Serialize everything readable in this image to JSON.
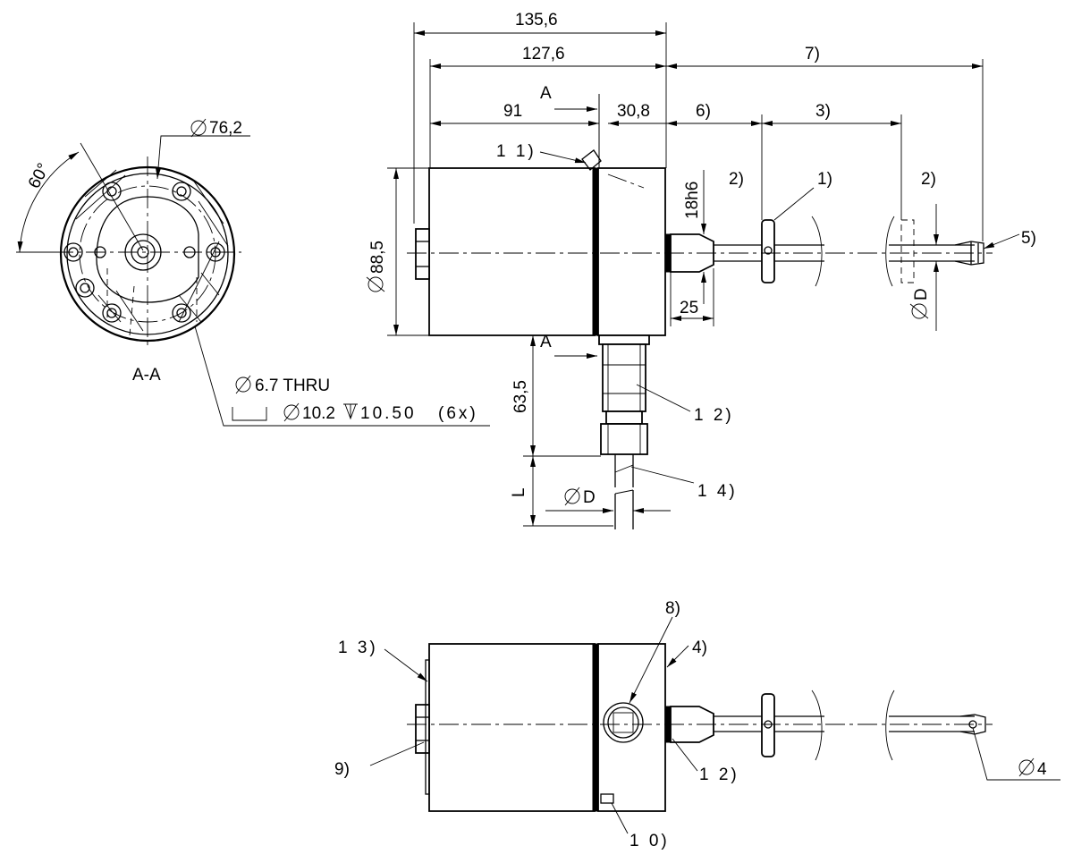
{
  "section_view": {
    "title": "A-A",
    "bolt_circle": "76,2",
    "angle": "60°",
    "hole_spec_line1": "6.7 THRU",
    "hole_spec_line2_dia": "10.2",
    "hole_spec_line2_depth": "10.50",
    "hole_spec_count": "(6x)"
  },
  "front_view": {
    "dims": {
      "overall": "135,6",
      "body": "127,6",
      "front": "91",
      "flange": "30,8",
      "note7": "7)",
      "note6": "6)",
      "note3": "3)",
      "dia_body": "88,5",
      "shaft": "18h6",
      "shaft_len": "25",
      "connector_height": "63,5",
      "length": "L",
      "cable_dia": "D",
      "rod_dia": "D"
    },
    "section_mark": "A",
    "callouts": {
      "c11": "1 1)",
      "c12": "1 2)",
      "c14": "1 4)",
      "c1": "1)",
      "c2a": "2)",
      "c2b": "2)",
      "c5": "5)"
    }
  },
  "bottom_view": {
    "callouts": {
      "c13": "1 3)",
      "c8": "8)",
      "c4": "4)",
      "c9": "9)",
      "c12": "1 2)",
      "c10": "1 0)"
    },
    "hole_dia": "4"
  }
}
